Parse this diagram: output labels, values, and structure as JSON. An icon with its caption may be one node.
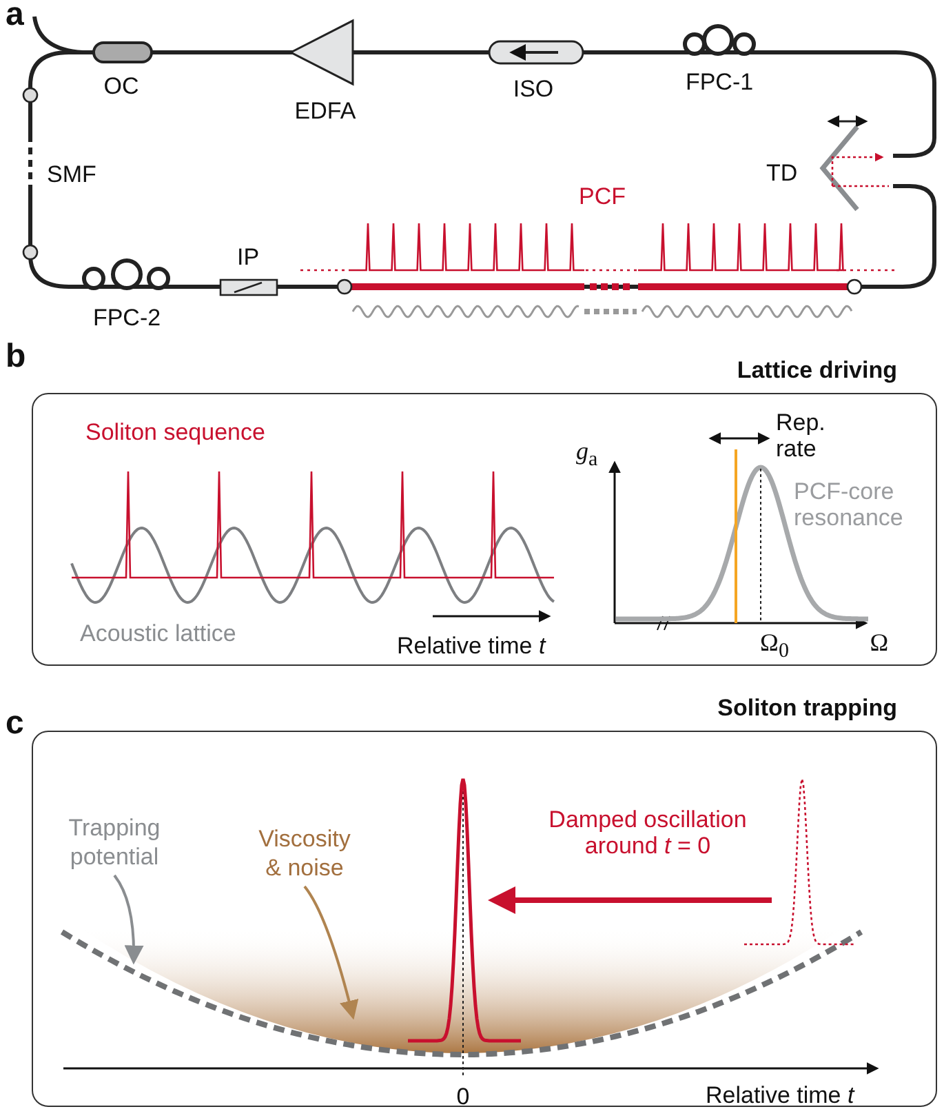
{
  "diagram": {
    "nodes": [
      {
        "text": [
          "Lattice driving"
        ]
      },
      {
        "text": [
          "Soliton trapping"
        ]
      },
      {
        "text": [
          "Trapping potential"
        ],
        "in": 1
      },
      {
        "text": [
          "Viscosity & noise"
        ],
        "in": 1
      }
    ],
    "edges": [
      {
        "from": 2,
        "to": null,
        "arrow": "to",
        "color": "#8a8d90"
      },
      {
        "from": 3,
        "to": null,
        "arrow": "to",
        "color": "#b08450"
      }
    ],
    "labels": [
      "a",
      "OC",
      "EDFA",
      "ISO",
      "FPC-1",
      "TD",
      "SMF",
      "PCF",
      "IP",
      "FPC-2",
      "b",
      "Soliton sequence",
      "*g*$_{a}$",
      "Rep. rate",
      "PCF-core resonance",
      "Acoustic lattice",
      "Relative time *t*",
      "Ω$_{0}$",
      "Ω",
      "c",
      "Damped oscillation around *t* = 0",
      "0",
      "Relative time *t*"
    ]
  }
}
